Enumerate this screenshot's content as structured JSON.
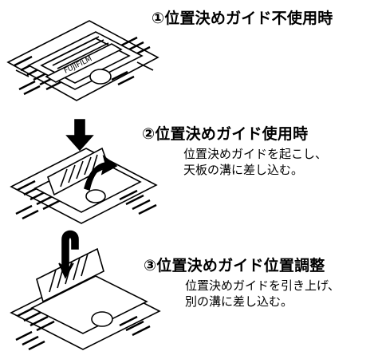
{
  "steps": [
    {
      "title": "①位置決めガイド不使用時"
    },
    {
      "title": "②位置決めガイド使用時",
      "desc": [
        "位置決めガイドを起こし、",
        "天板の溝に差し込む。"
      ]
    },
    {
      "title": "③位置決めガイド位置調整",
      "desc": [
        "位置決めガイドを引き上げ、",
        "別の溝に差し込む。"
      ]
    }
  ],
  "illustration": {
    "tray_label": "FUJIFILM",
    "line_color": "#000000",
    "background": "#ffffff"
  }
}
